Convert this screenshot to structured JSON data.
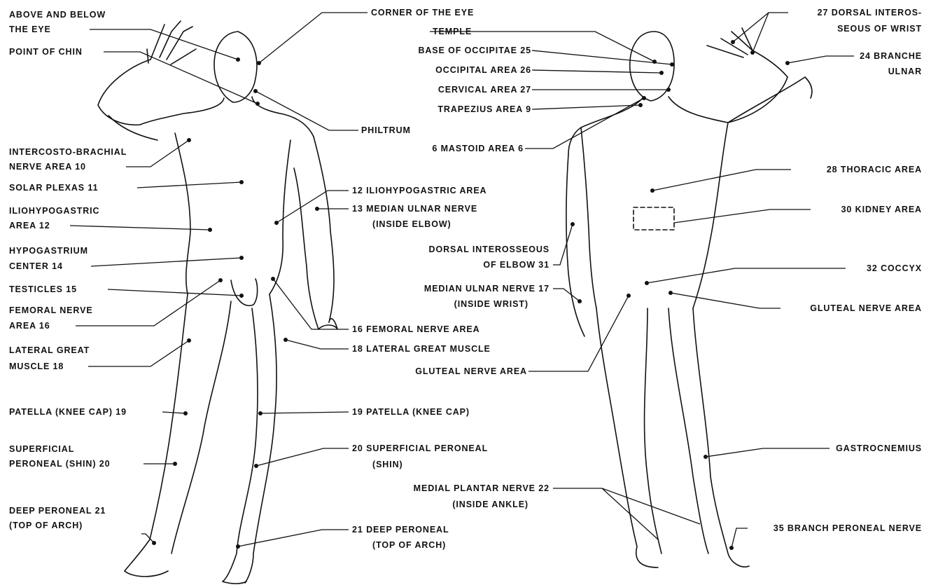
{
  "colors": {
    "ink": "#111111",
    "background": "#ffffff"
  },
  "front_left": {
    "above_below_eye_1": "ABOVE AND BELOW",
    "above_below_eye_2": "THE EYE",
    "point_of_chin": "POINT OF CHIN",
    "intercosto_1": "INTERCOSTO-BRACHIAL",
    "intercosto_2": "NERVE AREA 10",
    "solar_plexas": "SOLAR PLEXAS 11",
    "iliohypogastric_1": "ILIOHYPOGASTRIC",
    "iliohypogastric_2": "AREA 12",
    "hypogastrium_1": "HYPOGASTRIUM",
    "hypogastrium_2": "CENTER 14",
    "testicles": "TESTICLES 15",
    "femoral_1": "FEMORAL NERVE",
    "femoral_2": "AREA 16",
    "lateral_1": "LATERAL GREAT",
    "lateral_2": "MUSCLE 18",
    "patella": "PATELLA (KNEE CAP) 19",
    "superficial_1": "SUPERFICIAL",
    "superficial_2": "PERONEAL (SHIN) 20",
    "deep_peroneal_1": "DEEP PERONEAL 21",
    "deep_peroneal_2": "(TOP OF ARCH)"
  },
  "center": {
    "corner_of_eye": "CORNER OF THE EYE",
    "temple": "TEMPLE",
    "base_occipitae": "BASE OF OCCIPITAE 25",
    "occipital_area": "OCCIPITAL AREA 26",
    "cervical_area": "CERVICAL AREA 27",
    "trapezius_area": "TRAPEZIUS AREA 9",
    "philtrum": "PHILTRUM",
    "mastoid_area": "6 MASTOID AREA 6",
    "iliohypogastric_area": "12 ILIOHYPOGASTRIC AREA",
    "median_ulnar_13_1": "13 MEDIAN ULNAR NERVE",
    "median_ulnar_13_2": "(INSIDE ELBOW)",
    "dorsal_elbow_1": "DORSAL INTEROSSEOUS",
    "dorsal_elbow_2": "OF ELBOW 31",
    "median_ulnar_17_1": "MEDIAN ULNAR NERVE 17",
    "median_ulnar_17_2": "(INSIDE WRIST)",
    "femoral_16": "16 FEMORAL NERVE AREA",
    "lateral_18": "18 LATERAL GREAT MUSCLE",
    "gluteal_center": "GLUTEAL NERVE AREA",
    "patella_19": "19 PATELLA (KNEE CAP)",
    "superficial_20_1": "20 SUPERFICIAL PERONEAL",
    "superficial_20_2": "(SHIN)",
    "medial_plantar_1": "MEDIAL PLANTAR NERVE 22",
    "medial_plantar_2": "(INSIDE ANKLE)",
    "deep_21_1": "21 DEEP PERONEAL",
    "deep_21_2": "(TOP OF ARCH)"
  },
  "back_right": {
    "dorsal_wrist_1": "27 DORSAL INTEROS-",
    "dorsal_wrist_2": "SEOUS OF WRIST",
    "branche_ulnar_1": "24 BRANCHE",
    "branche_ulnar_2": "ULNAR",
    "thoracic_area": "28 THORACIC AREA",
    "kidney_area": "30 KIDNEY AREA",
    "coccyx": "32 COCCYX",
    "gluteal_right": "GLUTEAL NERVE AREA",
    "gastrocnemius": "GASTROCNEMIUS",
    "branch_peroneal": "35 BRANCH PERONEAL NERVE"
  }
}
